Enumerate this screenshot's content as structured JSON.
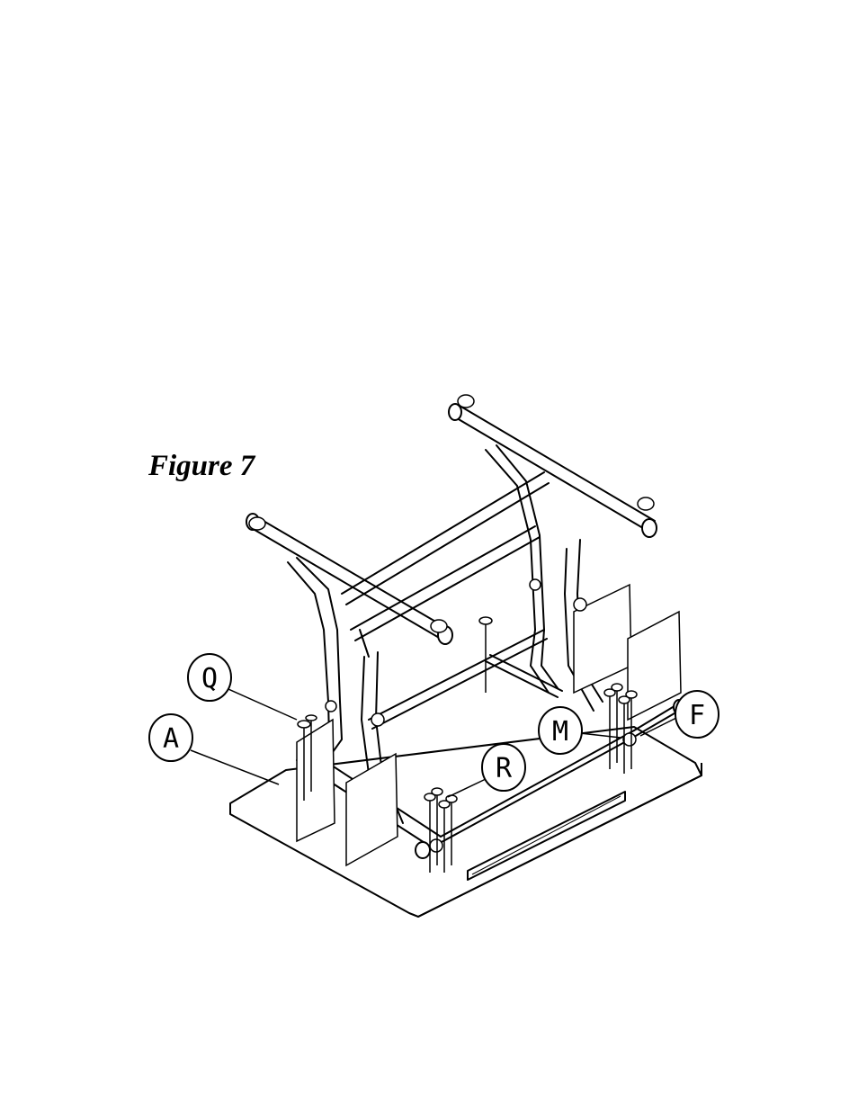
{
  "figure": {
    "title": "Figure 7"
  },
  "callouts": [
    {
      "id": "A",
      "label": "A"
    },
    {
      "id": "Q",
      "label": "Q"
    },
    {
      "id": "R",
      "label": "R"
    },
    {
      "id": "M",
      "label": "M"
    },
    {
      "id": "F",
      "label": "F"
    }
  ],
  "colors": {
    "line": "#000000",
    "background": "#ffffff"
  }
}
